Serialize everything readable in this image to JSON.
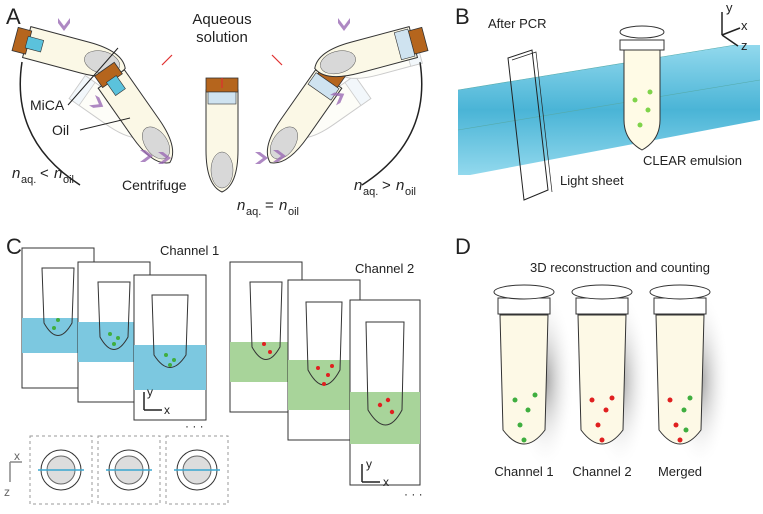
{
  "panels": {
    "A": {
      "letter": "A",
      "aqueous": "Aqueous",
      "solution": "solution",
      "mica": "MiCA",
      "oil": "Oil",
      "centrifuge": "Centrifuge",
      "n": "n",
      "sub_aq": "aq.",
      "sub_oil": "oil",
      "lt": "<",
      "gt": ">",
      "eq": "="
    },
    "B": {
      "letter": "B",
      "after_pcr": "After PCR",
      "light_sheet": "Light sheet",
      "clear_emulsion": "CLEAR emulsion",
      "axis_y": "y",
      "axis_x": "x",
      "axis_z": "z"
    },
    "C": {
      "letter": "C",
      "channel1": "Channel 1",
      "channel2": "Channel 2",
      "axis_y": "y",
      "axis_x": "x",
      "axis_z": "z",
      "axis_x2": "x",
      "axis_y2": "y",
      "ellipsis": "· · ·"
    },
    "D": {
      "letter": "D",
      "title": "3D reconstruction and counting",
      "ch1": "Channel 1",
      "ch2": "Channel 2",
      "merged": "Merged"
    }
  },
  "colors": {
    "cyan": "#5bc2dc",
    "green_panel": "#a8d49a",
    "red_dot": "#e02020",
    "green_dot": "#3fae3f",
    "brown_cap": "#b5651d",
    "chevron": "#9b6bb5"
  }
}
